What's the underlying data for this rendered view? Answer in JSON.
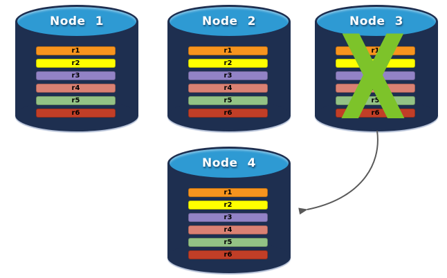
{
  "diagram": {
    "description_label": ""
  },
  "nodes": [
    {
      "id": "node-1",
      "label": "Node 1",
      "failed": false,
      "rows": [
        "r1",
        "r2",
        "r3",
        "r4",
        "r5",
        "r6"
      ]
    },
    {
      "id": "node-2",
      "label": "Node 2",
      "failed": false,
      "rows": [
        "r1",
        "r2",
        "r3",
        "r4",
        "r5",
        "r6"
      ]
    },
    {
      "id": "node-3",
      "label": "Node 3",
      "failed": true,
      "rows": [
        "r1",
        "r2",
        "r3",
        "r4",
        "r5",
        "r6"
      ]
    },
    {
      "id": "node-4",
      "label": "Node 4",
      "failed": false,
      "rows": [
        "r1",
        "r2",
        "r3",
        "r4",
        "r5",
        "r6"
      ]
    }
  ],
  "row_colors": {
    "r1": "#F7941E",
    "r2": "#FFFF00",
    "r3": "#9283C6",
    "r4": "#DA8173",
    "r5": "#93C285",
    "r6": "#C13E27"
  },
  "failure_mark": {
    "glyph": "X",
    "color": "#7DC32A"
  },
  "arrow": {
    "from": "node-3",
    "to": "node-4",
    "color": "#595959"
  },
  "palette": {
    "cylinder_body": "#1E2F50",
    "cylinder_top": "#2E9AD3",
    "title_text": "#FFFFFF",
    "row_text": "#000000",
    "background": "#FFFFFF"
  }
}
